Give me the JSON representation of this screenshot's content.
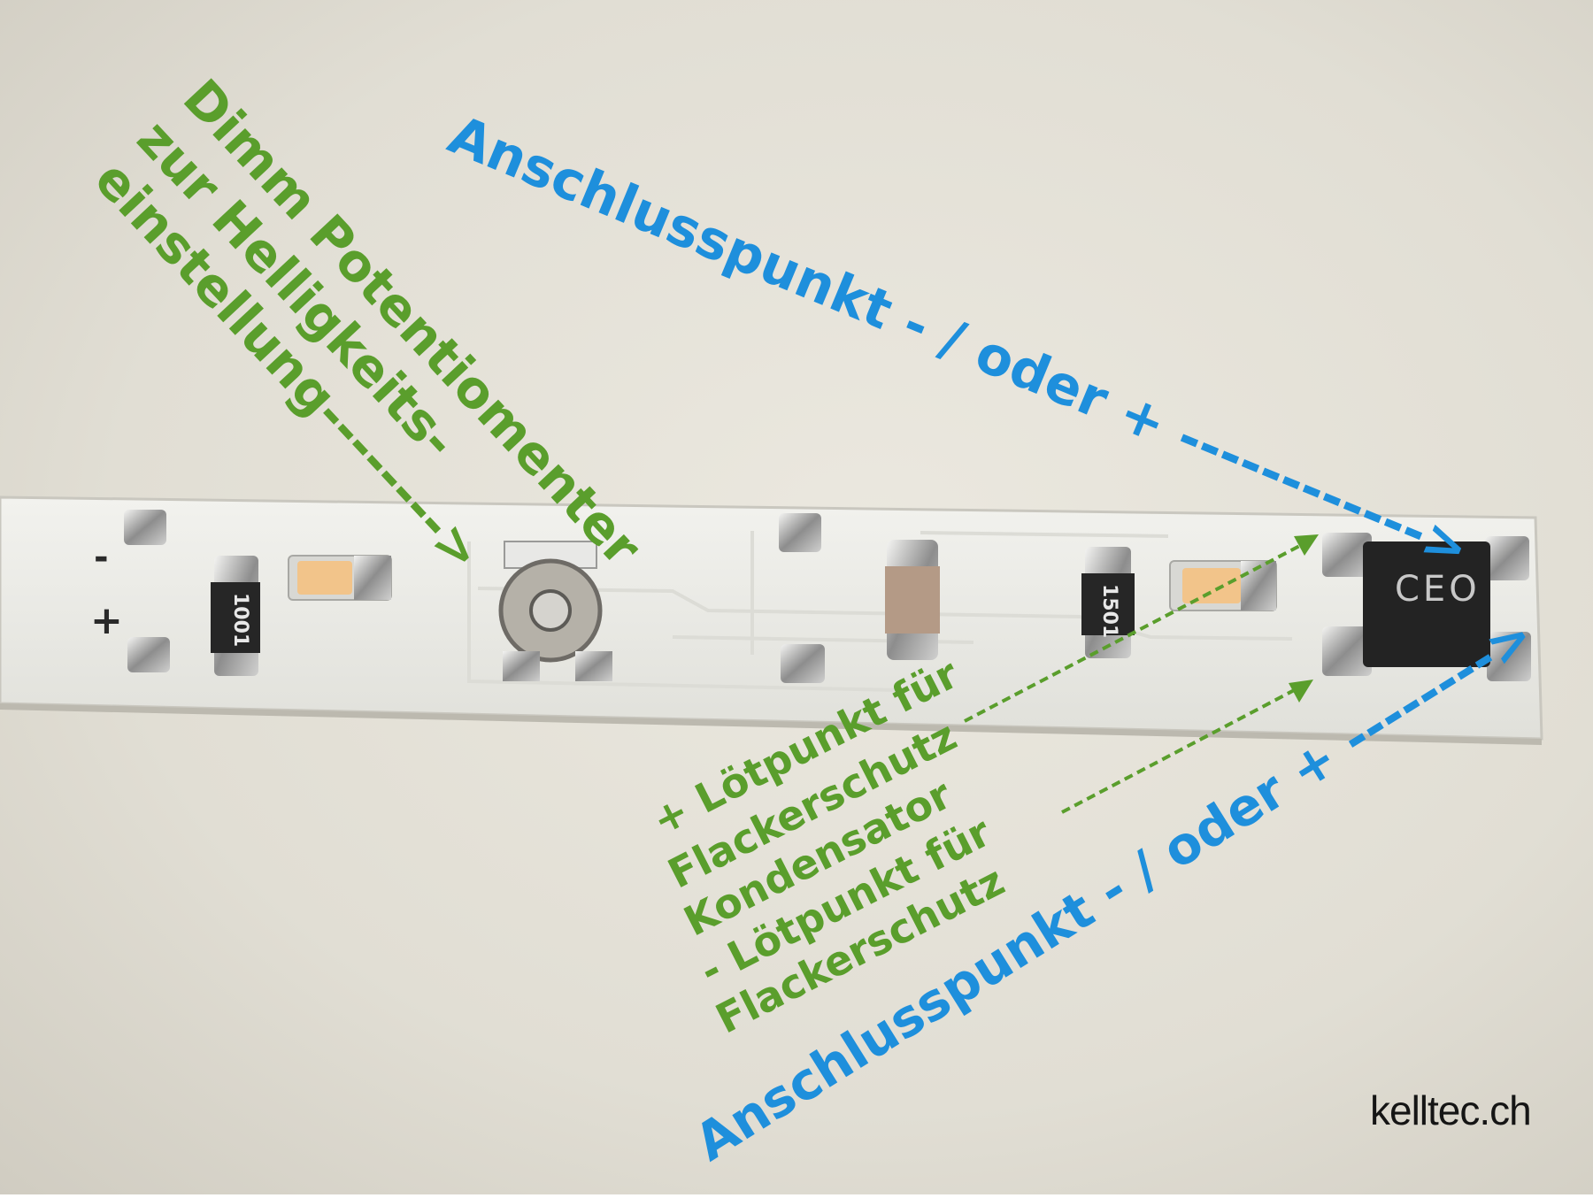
{
  "labels": {
    "dimm_line1": "Dimm Potentiomenter",
    "dimm_line2": "zur Helligkeits-",
    "dimm_line3": "einstellung-------->",
    "anschluss_top": "Anschlusspunkt - / oder + ------------>",
    "anschluss_bottom": "Anschlusspunkt - / oder + -------->",
    "loet_plus_line1": "+ Lötpunkt für",
    "loet_plus_line2": "Flackerschutz",
    "loet_plus_line3": "Kondensator",
    "loet_minus_line1": "- Lötpunkt für",
    "loet_minus_line2": "Flackerschutz",
    "pcb_minus": "-",
    "pcb_plus": "+",
    "resistor_left_code": "1001",
    "resistor_right_code": "1501",
    "chip_code": "CEO"
  },
  "watermark": "kelltec.ch",
  "colors": {
    "wall": "#e3e0d6",
    "pcb": "#ebebe6",
    "label_green": "#5a9e2c",
    "label_blue": "#1e8fdc",
    "led": "#f2c48a",
    "chip": "#232323"
  }
}
